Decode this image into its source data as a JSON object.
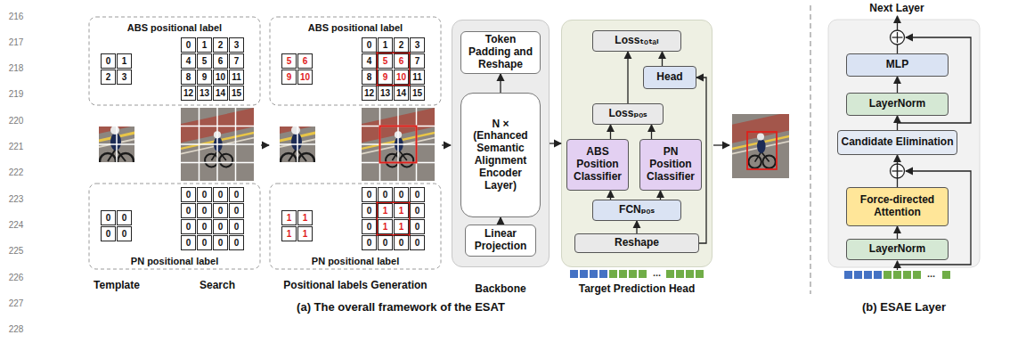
{
  "diagram": {
    "nodes": [
      {
        "text": [
          "Backbone"
        ]
      },
      {
        "text": [
          "Token Padding and Reshape"
        ],
        "in": 0
      },
      {
        "text": [
          "N × (Enhanced Semantic Alignment Encoder Layer)"
        ],
        "in": 0
      },
      {
        "text": [
          "Linear Projection"
        ],
        "in": 0
      },
      {
        "text": [
          "Target Prediction Head"
        ]
      },
      {
        "text": [
          "Lossₜₒₜₐₗ"
        ],
        "in": 4
      },
      {
        "text": [
          "Head"
        ],
        "in": 4
      },
      {
        "text": [
          "Lossₚₒₛ"
        ],
        "in": 4
      },
      {
        "text": [
          "ABS Position Classifier"
        ],
        "in": 4
      },
      {
        "text": [
          "PN Position Classifier"
        ],
        "in": 4
      },
      {
        "text": [
          "FCNₚₒₛ"
        ],
        "in": 4
      },
      {
        "text": [
          "Reshape"
        ],
        "in": 4
      },
      {
        "text": [
          "MLP"
        ]
      },
      {
        "text": [
          "LayerNorm"
        ]
      },
      {
        "text": [
          "Candidate Elimination"
        ]
      },
      {
        "text": [
          "Force-directed Attention"
        ]
      },
      {
        "text": [
          "LayerNorm"
        ]
      }
    ],
    "edges": [
      {
        "from": 3,
        "to": 2,
        "arrow": "to"
      },
      {
        "from": 2,
        "to": 1,
        "arrow": "to"
      },
      {
        "from": 0,
        "to": 4,
        "arrow": "to"
      },
      {
        "from": 11,
        "to": 10,
        "arrow": "to"
      },
      {
        "from": 10,
        "to": 8,
        "arrow": "to"
      },
      {
        "from": 10,
        "to": 9,
        "arrow": "to"
      },
      {
        "from": 8,
        "to": 7,
        "arrow": "to"
      },
      {
        "from": 9,
        "to": 7,
        "arrow": "to"
      },
      {
        "from": 7,
        "to": 5,
        "arrow": "to"
      },
      {
        "from": 11,
        "to": 6,
        "arrow": "to"
      },
      {
        "from": 6,
        "to": 5,
        "arrow": "to"
      },
      {
        "from": 16,
        "to": 15,
        "arrow": "to"
      },
      {
        "from": 15,
        "to": 14,
        "arrow": "to"
      },
      {
        "from": 14,
        "to": 13,
        "arrow": "to"
      },
      {
        "from": 13,
        "to": 12,
        "arrow": "to"
      }
    ],
    "labels": [
      "216",
      "217",
      "218",
      "219",
      "220",
      "221",
      "222",
      "223",
      "224",
      "225",
      "226",
      "227",
      "228",
      "ABS positional label",
      "0",
      "1",
      "2",
      "3",
      "0",
      "1",
      "2",
      "3",
      "4",
      "5",
      "6",
      "7",
      "8",
      "9",
      "10",
      "11",
      "12",
      "13",
      "14",
      "15",
      "PN positional label",
      "0",
      "0",
      "0",
      "0",
      "0",
      "0",
      "0",
      "0",
      "0",
      "0",
      "0",
      "0",
      "0",
      "0",
      "0",
      "0",
      "0",
      "0",
      "0",
      "0",
      "Template",
      "Search",
      "ABS positional label",
      "5",
      "6",
      "9",
      "10",
      "0",
      "1",
      "2",
      "3",
      "4",
      "5",
      "6",
      "7",
      "8",
      "9",
      "10",
      "11",
      "12",
      "13",
      "14",
      "15",
      "PN positional label",
      "1",
      "1",
      "1",
      "1",
      "0",
      "0",
      "0",
      "0",
      "0",
      "1",
      "1",
      "0",
      "0",
      "1",
      "1",
      "0",
      "0",
      "0",
      "0",
      "0",
      "Positional labels Generation",
      "...",
      "...",
      "Next Layer",
      "(a) The overall framework of the ESAT",
      "(b) ESAE Layer"
    ]
  }
}
